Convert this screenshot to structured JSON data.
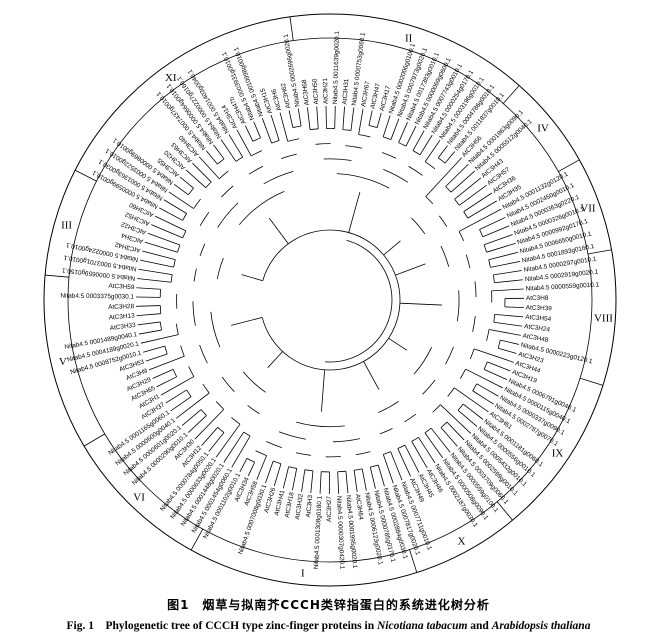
{
  "figure": {
    "clades": [
      {
        "label": "III"
      },
      {
        "label": "XI"
      },
      {
        "label": "II"
      },
      {
        "label": "IV"
      },
      {
        "label": "VII"
      },
      {
        "label": "VIII"
      },
      {
        "label": "IX"
      },
      {
        "label": "X"
      },
      {
        "label": "I"
      },
      {
        "label": "VI"
      },
      {
        "label": "V"
      }
    ],
    "leaves": [
      "Nitab4.5 0000659g0150.1",
      "Nitab4.5 0003701g0010.1",
      "Nitab4.5 0000224g0010.1",
      "AtC3H42",
      "AtC3H4",
      "AtC3H22",
      "AtC3H52",
      "AtC3H60",
      "Nitab4.5 0000599g0010.1",
      "Nitab4.5 0001363g0030.1",
      "Nitab4.5 0003522g0010.1",
      "Nitab4.5 0000869g0010.1",
      "AtC3H55",
      "AtC3H20",
      "AtC3H63",
      "AtC3H40",
      "Nitab4.5 0007437g0010.1",
      "Nitab4.5 0000664g0010.1",
      "Nitab4.5 0000227g0160.1",
      "Nitab4.5 0001403g0040.1",
      "AtC3H14",
      "AtC3H47b",
      "Nitab4.5 0003931g0010.1",
      "Nitab4.5 0010998g0010.1",
      "AtC3H15",
      "AtC3H6",
      "AtC3H62",
      "Nitab4.5 0002696g0020.1",
      "AtC3H68",
      "AtC3H50",
      "AtC3H21",
      "Nitab4.5 0011639g0020.1",
      "AtC3H31",
      "Nitab4.5 0000753g0060.1",
      "AtC3H67",
      "AtC3H47",
      "AtC3H17",
      "Nitab4.5 0002006g0100.1",
      "Nitab4.5 0007973g0020.1",
      "Nitab4.5 0017383g0010.1",
      "Nitab4.5 0000069g0600.1",
      "Nitab4.5 0007743g0010.1",
      "Nitab4.5 0000254g0170.1",
      "Nitab4.5 0003196g0010.1",
      "Nitab4.5 0004786g0010.1",
      "Nitab4.5 0011837g0010.1",
      "AtC3H56",
      "Nitab4.5 0001863g0090.1",
      "Nitab4.5 0005512g0040.1",
      "AtC3H43",
      "AtC3H57",
      "AtC3H36",
      "AtC3H35",
      "Nitab4.5 0001132g0120.1",
      "Nitab4.5 0002450g0010.1",
      "Nitab4.5 0000363g0220.1",
      "Nitab4.5 0000326g0010.1",
      "Nitab4.5 0000992g0170.1",
      "Nitab4.5 0006650g0010.1",
      "Nitab4.5 0001893g0160.1",
      "Nitab4.5 0000297g0010.1",
      "Nitab4.5 0002919g0020.1",
      "Nitab4.5 0000559g0010.1",
      "AtC3H8",
      "AtC3H39",
      "AtC3H54",
      "AtC3H24",
      "AtC3H48",
      "Nitab4.5 0000223g0120.1",
      "AtC3H23",
      "AtC3H44",
      "AtC3H19",
      "Nitab4.5 0006791g0040.1",
      "Nitab4.5 0000115g0040.1",
      "Nitab4.5 0000337g0090.1",
      "Nitab4.5 0002787g0070.1",
      "AtC3H61",
      "Nitab4.5 0001181g0060.1",
      "Nitab4.5 0000556g0010.1",
      "Nitab4.5 0005432g0010.1",
      "Nitab4.5 0002599g0010.1",
      "Nitab4.5 0003709g0060.1",
      "Nitab4.5 0000559g0100.1",
      "Nitab4.5 0000508g0090.1",
      "Nitab4.5 0002187g0030.1",
      "AtC3H46",
      "AtC3H45",
      "AtC3H49",
      "Nitab4.5 0007711g0010.1",
      "Nitab4.5 0007817g0020.1",
      "Nitab4.5 0002884g0030.1",
      "Nitab4.5 0000785g0170.1",
      "Nitab4.5 0006123g0020.1",
      "AtC3H64",
      "Nitab4.5 0001995g0020.1",
      "Nitab4.5 0000307g0420.1",
      "AtC3H27",
      "Nitab4.5 0001308g0180.1",
      "AtC3H3",
      "AtC3H32",
      "AtC3H18",
      "AtC3H41",
      "AtC3H26",
      "Nitab4.5 0007008g0030.1",
      "AtC3H58",
      "AtC3H34",
      "Nitab4.5 0001102g0010.1",
      "Nitab4.5 0001454g0060.1",
      "Nitab4.5 0001448g0020.1",
      "Nitab4.5 0000633g0020.1",
      "Nitab4.5 0000784g0050.1",
      "AtC3H12",
      "AtC3H30",
      "Nitab4.5 0000290g0010.1",
      "Nitab4.5 0000601g0020.1",
      "Nitab4.5 0000600g0040.1",
      "Nitab4.5 0001165g0060.1",
      "AtC3H37",
      "AtC3H1",
      "AtC3H65",
      "AtC3H29",
      "AtC3H9",
      "AtC3H53",
      "Nitab4.5 0008752g0010.1",
      "Nitab4.5 0004189g0020.1",
      "Nitab4.5 0001489g0040.1",
      "AtC3H33",
      "AtC3H13",
      "AtC3H28",
      "Nitab4.5 0003375g0030.1",
      "AtC3H59"
    ]
  },
  "caption": {
    "zh": "图1　烟草与拟南芥CCCH类锌指蛋白的系统进化树分析",
    "en_prefix": "Fig. 1　Phylogenetic tree of CCCH type zinc-finger proteins in ",
    "en_species1": "Nicotiana tabacum",
    "en_and": " and ",
    "en_species2": "Arabidopsis thaliana"
  }
}
